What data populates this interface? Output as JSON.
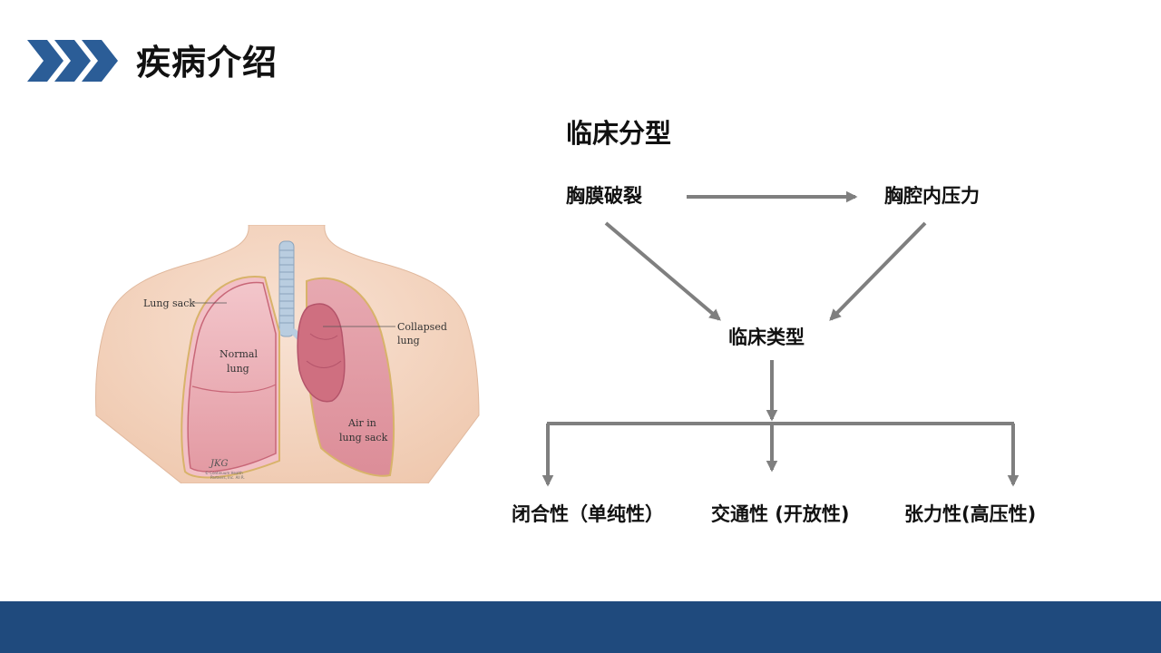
{
  "header": {
    "title": "疾病介绍"
  },
  "illustration": {
    "labels": {
      "lung_sack": "Lung sack",
      "normal_lung_1": "Normal",
      "normal_lung_2": "lung",
      "collapsed_1": "Collapsed",
      "collapsed_2": "lung",
      "air_1": "Air in",
      "air_2": "lung sack",
      "signature": "JKG",
      "credit_1": "© Continuum Health",
      "credit_2": "Partners, Inc. All R."
    }
  },
  "diagram": {
    "title": "临床分型",
    "nodes": {
      "pleura_rupture": "胸膜破裂",
      "pressure": "胸腔内压力",
      "clinical_type": "临床类型",
      "closed": "闭合性（单纯性）",
      "open": "交通性 (开放性)",
      "tension": "张力性(高压性)"
    }
  },
  "colors": {
    "brand_blue": "#1f4a7d",
    "chevron_blue": "#2b5d97",
    "arrow_gray": "#7f7f7f",
    "skin": "#f3d6c1",
    "lung_pink": "#e7a7ae",
    "lung_dark": "#c86778"
  }
}
